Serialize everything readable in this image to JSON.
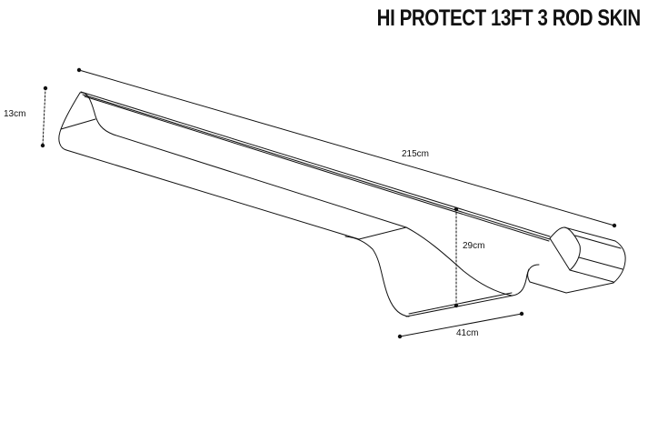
{
  "title": "HI PROTECT 13FT 3 ROD SKIN",
  "dimensions": {
    "length": "215cm",
    "end_height": "13cm",
    "reel_height": "29cm",
    "reel_width": "41cm"
  },
  "colors": {
    "line": "#111111",
    "background": "#ffffff"
  }
}
